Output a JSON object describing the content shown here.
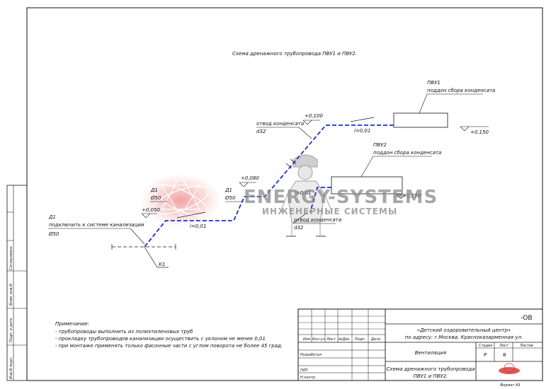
{
  "drawing": {
    "title": "Схема дренажного трубопровода ПВУ1 и ПВУ2.",
    "labels": {
      "pvu1": "ПВУ1",
      "pvu1_desc": "поддон сбора конденсата",
      "pvu2": "ПВУ2",
      "pvu2_desc": "поддон сбора конденсата",
      "otvod1": "отвод конденсата",
      "otvod1_d": "d32",
      "otvod2": "отвод конденсата",
      "otvod2_d": "d32",
      "d1_a": "Д1",
      "d1_a_dia": "Ø50",
      "d1_b": "Д1",
      "d1_b_dia": "Ø50",
      "d1_main": "Д1",
      "d1_main_desc": "подключить к системе канализации",
      "d1_main_dia": "Ø50",
      "k1": "К1",
      "lvl_p0100": "+0,100",
      "lvl_p0150_a": "+0,150",
      "lvl_p0150_b": "+0,150",
      "lvl_p0080": "+0,080",
      "lvl_p0050": "+0,050",
      "slope_1": "i=0,01",
      "slope_2": "i=0,01",
      "slope_3": "i=0,01"
    },
    "notes": {
      "heading": "Примечание:",
      "lines": [
        "- трубопроводы выполнить из полиэтиленовых труб",
        "- прокладку трубопроводов канализации осуществить с уклоном не менее 0,01",
        "- при монтаже применять только фасонные части с углом поворота не более 45 град."
      ]
    }
  },
  "watermark": {
    "brand": "ENERGY-SYSTEMS",
    "sub": "ИНЖЕНЕРНЫЕ СИСТЕМЫ"
  },
  "side_stamp": {
    "col1": "Согласовано",
    "col2": "Взам. инв.N",
    "col3": "Подп. и дата",
    "col4": "Инв.N подл."
  },
  "title_block": {
    "code": "-ОВ",
    "object_line1": "«Детский оздоровительный центр»",
    "object_line2": "по адресу: г.Москва, Красноказарменная ул.",
    "section": "Вентиляция",
    "sheet_title_line1": "Схема дренажного трубопровода",
    "sheet_title_line2": "ПВУ1 и ПВУ2.",
    "col_headers": [
      "Изм.",
      "Кол.уч.",
      "Лист",
      "№Док.",
      "Подп.",
      "Дата"
    ],
    "rows": [
      "Разработал",
      "",
      "ГИП",
      "Н.контр."
    ],
    "stage_label": "Стадия",
    "sheet_label": "Лист",
    "sheets_label": "Листов",
    "stage_value": "Р",
    "sheet_value": "8",
    "sheets_value": "",
    "format_label": "Формат",
    "format_value": "А3"
  }
}
